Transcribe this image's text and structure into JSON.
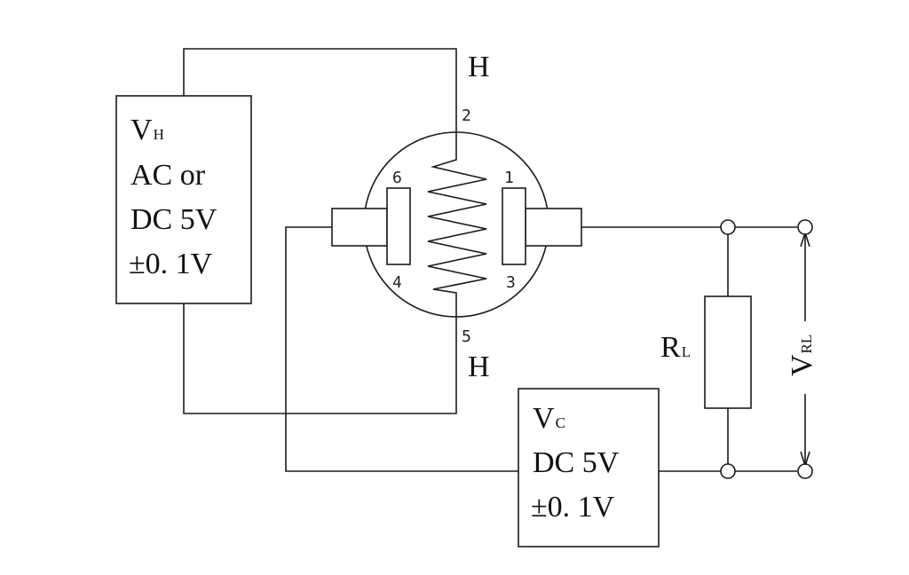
{
  "heater_supply": {
    "symbol": "V",
    "subscript": "H",
    "line1": "AC or",
    "line2": "DC 5V",
    "line3": "±0. 1V"
  },
  "circuit_supply": {
    "symbol": "V",
    "subscript": "C",
    "line1": "DC 5V",
    "line2": "±0. 1V"
  },
  "sensor": {
    "heater_top_label": "H",
    "heater_bottom_label": "H",
    "pins": {
      "p1": "1",
      "p2": "2",
      "p3": "3",
      "p4": "4",
      "p5": "5",
      "p6": "6"
    }
  },
  "load_resistor": {
    "symbol": "R",
    "subscript": "L"
  },
  "output_voltage": {
    "symbol": "V",
    "subscript": "RL"
  }
}
